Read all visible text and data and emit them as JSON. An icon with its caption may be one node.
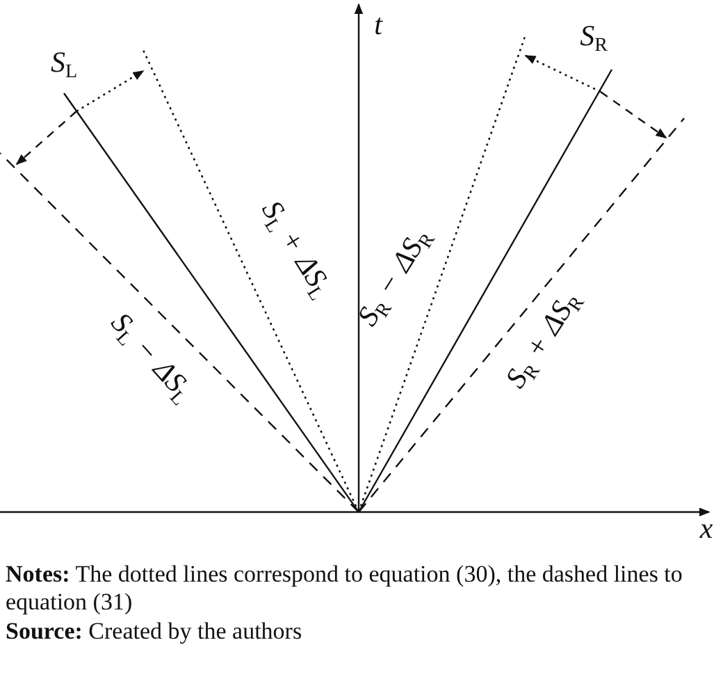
{
  "diagram": {
    "caption": "**Notes:** The dotted lines correspond to equation (30), the dashed lines to equation (31)",
    "labels": [
      "*t*",
      "*S*$_{L}$",
      "*S*$_{R}$",
      "*S*$_{L}$ + *ΔS*$_{L}$",
      "*S*$_{L}$ − *ΔS*$_{L}$",
      "*S*$_{R}$ − *ΔS*$_{R}$",
      "*S*$_{R}$ + *ΔS*$_{R}$",
      "*x*",
      "**Source:** Created by the authors"
    ]
  }
}
